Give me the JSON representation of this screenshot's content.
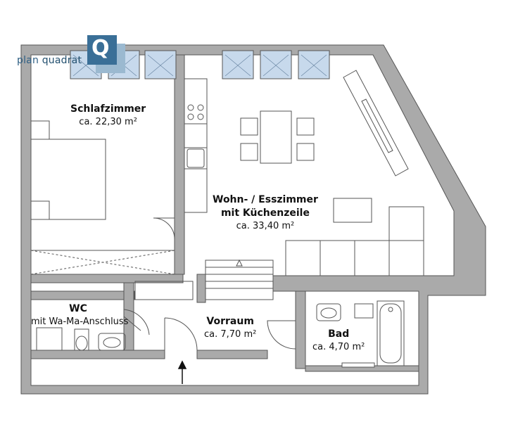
{
  "logo": {
    "word1": "plan",
    "word2": "quadrat",
    "mark": "Q"
  },
  "rooms": [
    {
      "id": "schlafzimmer",
      "name": "Schlafzimmer",
      "area": "ca. 22,30 m²"
    },
    {
      "id": "wohnzimmer",
      "name": "Wohn- / Esszimmer",
      "name2": "mit Küchenzeile",
      "area": "ca. 33,40 m²"
    },
    {
      "id": "wc",
      "name": "WC",
      "sub": "mit Wa-Ma-Anschluss"
    },
    {
      "id": "vorraum",
      "name": "Vorraum",
      "area": "ca. 7,70 m²"
    },
    {
      "id": "bad",
      "name": "Bad",
      "area": "ca. 4,70 m²"
    }
  ],
  "colors": {
    "wall": "#aaaaaa",
    "wall_stroke": "#555555",
    "window": "#c7d9ec",
    "furniture": "#555555",
    "logo": "#3a6f97"
  }
}
